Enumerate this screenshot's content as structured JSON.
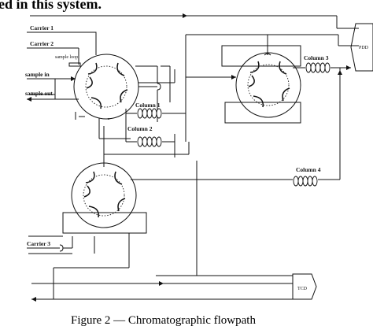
{
  "header_fragment": "ed in this system.",
  "labels": {
    "carrier1": "Carrier 1",
    "carrier2": "Carrier 2",
    "carrier3": "Carrier 3",
    "sample_loop": "sample loop",
    "sample_in": "sample in",
    "sample_out": "sample out",
    "column1": "Column 1",
    "column2": "Column 2",
    "column3": "Column 3",
    "column4": "Column 4",
    "pdd": "PDD",
    "tcd": "TCD"
  },
  "caption": "Figure 2 — Chromatographic flowpath"
}
